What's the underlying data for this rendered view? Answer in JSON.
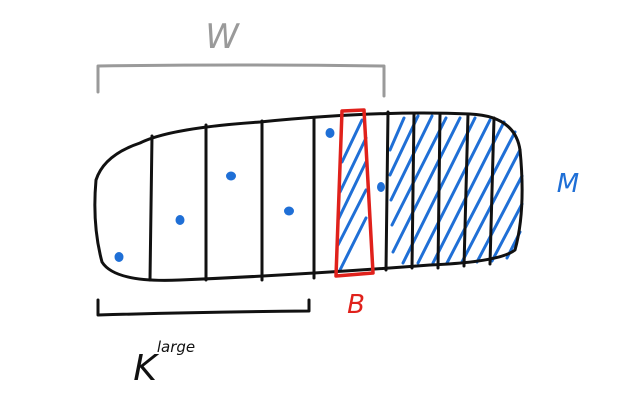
{
  "labels": {
    "w": "W",
    "m": "M",
    "b": "B",
    "k": "K",
    "k_superscript": "large"
  },
  "colors": {
    "ink": "#111111",
    "gray": "#9a9a9a",
    "blue": "#1f6fd6",
    "red": "#e0211b",
    "background": "#ffffff"
  }
}
